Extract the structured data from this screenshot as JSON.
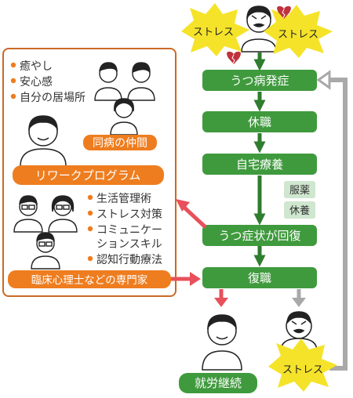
{
  "colors": {
    "green": "#3f9a3d",
    "green_dark": "#2f7d2e",
    "tag_green": "#cfe6cf",
    "orange": "#ee7d1f",
    "orange_border": "#c96a26",
    "burst": "#f5e32a",
    "red_arrow": "#e8505b",
    "gray_arrow": "#a9a9a9",
    "text_dark": "#333333"
  },
  "flow": {
    "steps": [
      "うつ病発症",
      "休職",
      "自宅療養",
      "うつ症状が回復",
      "復職"
    ],
    "treatment_tags": [
      "服薬",
      "休養"
    ],
    "outcome_good": "就労継続",
    "stress_label": "ストレス"
  },
  "support_panel": {
    "benefits": [
      "癒やし",
      "安心感",
      "自分の居場所"
    ],
    "peer_label": "同病の仲間",
    "program_label": "リワークプログラム",
    "skills": [
      "生活管理術",
      "ストレス対策",
      "コミュニケー",
      "ションスキル",
      "認知行動療法"
    ],
    "expert_label": "臨床心理士などの専門家"
  }
}
